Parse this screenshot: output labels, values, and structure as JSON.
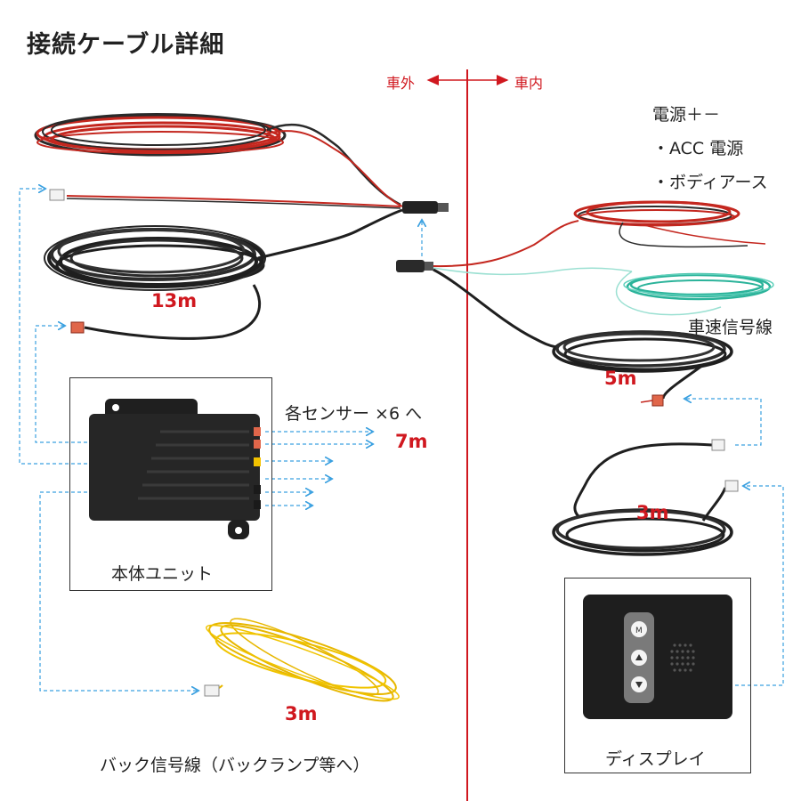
{
  "title": "接続ケーブル詳細",
  "zones": {
    "outside": "車外",
    "inside": "車内"
  },
  "power": {
    "heading": "電源＋－",
    "item1": "・ACC 電源",
    "item2": "・ボディアース"
  },
  "labels": {
    "speed_signal": "車速信号線",
    "sensors": "各センサー ×6 へ",
    "main_unit": "本体ユニット",
    "display": "ディスプレイ",
    "back_signal": "バック信号線（バックランプ等へ）"
  },
  "lengths": {
    "l13": "13m",
    "l7": "7m",
    "l5": "5m",
    "l3a": "3m",
    "l3b": "3m"
  },
  "colors": {
    "accent": "#d0181f",
    "arrow": "#3aa0e0",
    "wire_red": "#c4271f",
    "wire_teal": "#2bb39a",
    "wire_yellow": "#e7b700"
  }
}
